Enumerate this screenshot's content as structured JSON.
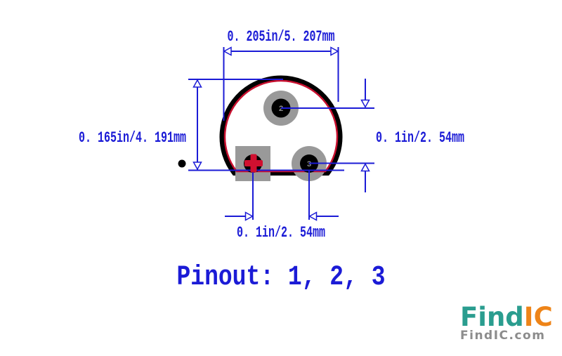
{
  "title": "Component footprint pinout diagram",
  "dimensions": {
    "top": "0. 205in/5. 207mm",
    "left": "0. 165in/4. 191mm",
    "right": "0. 1in/2. 54mm",
    "bottom": "0. 1in/2. 54mm"
  },
  "pins": {
    "pin2_label": "2",
    "pin3_label": "3"
  },
  "pinout": {
    "text": "Pinout: 1, 2, 3"
  },
  "logo": {
    "name_part1": "Find",
    "name_part2": "IC",
    "tagline": "FindIC.com"
  },
  "colors": {
    "dimension_blue": "#1b1bd6",
    "outline_red": "#c8102f",
    "outline_black": "#000000",
    "pad_gray": "#999999",
    "pin_label_gray": "#8f8f8f",
    "logo_teal": "#2a9d8f",
    "logo_orange": "#ee8418",
    "logo_gray": "#8c8c8c",
    "background": "#ffffff"
  }
}
